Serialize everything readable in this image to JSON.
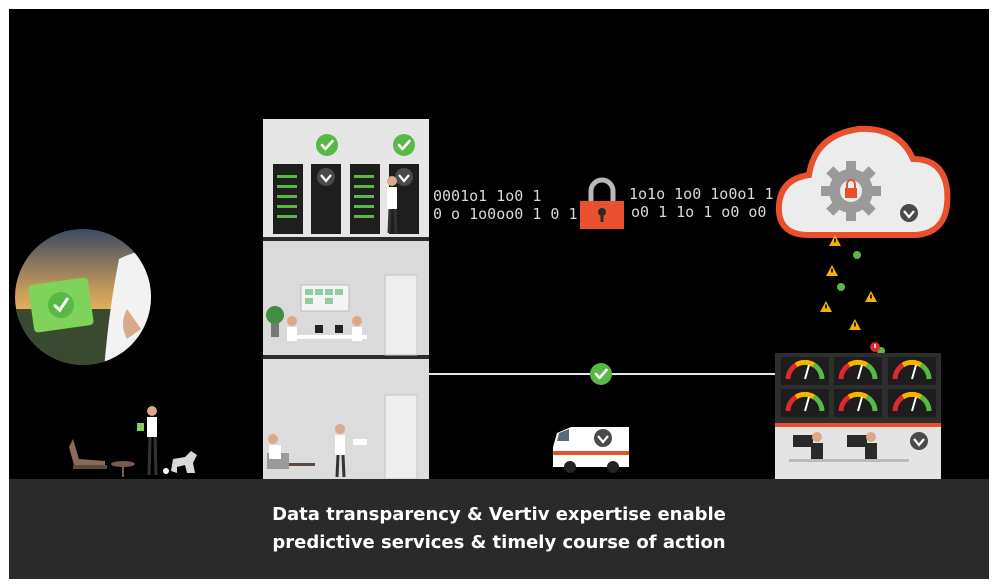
{
  "caption": {
    "line1": "Data transparency & Vertiv expertise enable",
    "line2": "predictive services & timely course of action"
  },
  "data_stream": {
    "left_bits_top": "0001o1   1o0 1",
    "left_bits_bottom": "0 o  1o0oo0 1  0 1",
    "right_bits_top": "1o1o 1o0 1o0o1  1",
    "right_bits_bottom": "o0 1 1o  1 o0 o0 1"
  },
  "colors": {
    "background": "#000000",
    "caption_bar": "#2a2a2a",
    "check_green": "#58b947",
    "lock_orange": "#e8502e",
    "cloud_outline": "#e8502e",
    "warning_yellow": "#f5b400",
    "alert_red": "#e0282e"
  },
  "icons": [
    "check-icon",
    "padlock-icon",
    "cloud-gear-icon",
    "warning-icon",
    "alert-icon",
    "gauge-icon",
    "vertiv-logo-icon",
    "tablet-check-icon"
  ]
}
